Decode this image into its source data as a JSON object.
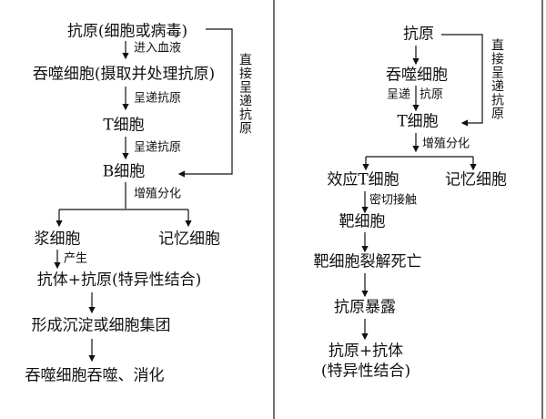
{
  "humoral": {
    "nodes": [
      "抗原(细胞或病毒)",
      "吞噬细胞(摄取并处理抗原)",
      "T细胞",
      "B细胞",
      "浆细胞",
      "记忆细胞",
      "抗体+抗原(特异性结合)",
      "形成沉淀或细胞集团",
      "吞噬细胞吞噬、消化"
    ],
    "labels": [
      "进入血液",
      "呈递抗原",
      "呈递抗原",
      "增殖分化",
      "产生"
    ],
    "bypass": "直接呈递抗原"
  },
  "cellular": {
    "nodes": [
      "抗原",
      "吞噬细胞",
      "T细胞",
      "效应T细胞",
      "记忆细胞",
      "靶细胞",
      "靶细胞裂解死亡",
      "抗原暴露",
      "抗原+抗体",
      "(特异性结合)"
    ],
    "labels": [
      "呈递",
      "抗原",
      "增殖分化",
      "密切接触"
    ],
    "bypass": "直接呈递抗原"
  }
}
